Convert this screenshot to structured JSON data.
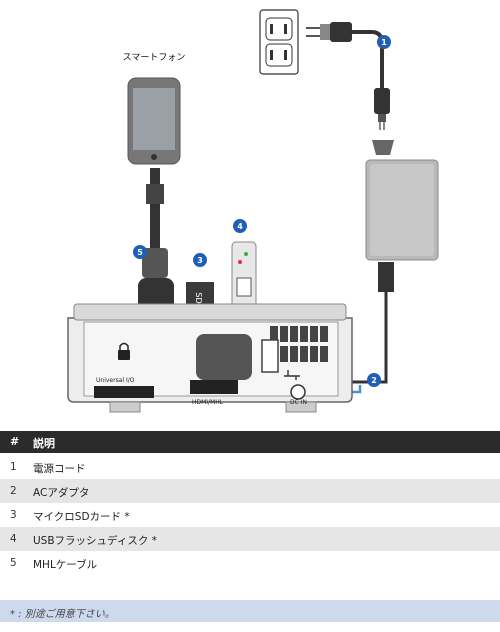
{
  "diagram": {
    "phone_label": "スマートフォン",
    "universal_io_label": "Universal I/O",
    "hdmi_mhl_label": "HDMI/MHL",
    "dc_in_label": "DC IN",
    "callouts": [
      "1",
      "2",
      "3",
      "4",
      "5"
    ],
    "colors": {
      "callout": "#1f5fb8",
      "cable_link": "#4a90d9"
    },
    "icons": [
      "power-outlet-icon",
      "power-plug-icon",
      "ac-adapter-icon",
      "projector-icon",
      "smartphone-icon",
      "micro-sd-card-icon",
      "usb-flash-drive-icon",
      "mhl-cable-icon",
      "lock-icon",
      "usb-symbol-icon"
    ]
  },
  "table": {
    "header_num": "#",
    "header_desc": "説明",
    "rows": [
      {
        "num": "1",
        "desc": "電源コード"
      },
      {
        "num": "2",
        "desc": "ACアダプタ"
      },
      {
        "num": "3",
        "desc": "マイクロSDカード *"
      },
      {
        "num": "4",
        "desc": "USBフラッシュディスク *"
      },
      {
        "num": "5",
        "desc": "MHLケーブル"
      }
    ],
    "note": "* : 別途ご用意下さい。"
  }
}
